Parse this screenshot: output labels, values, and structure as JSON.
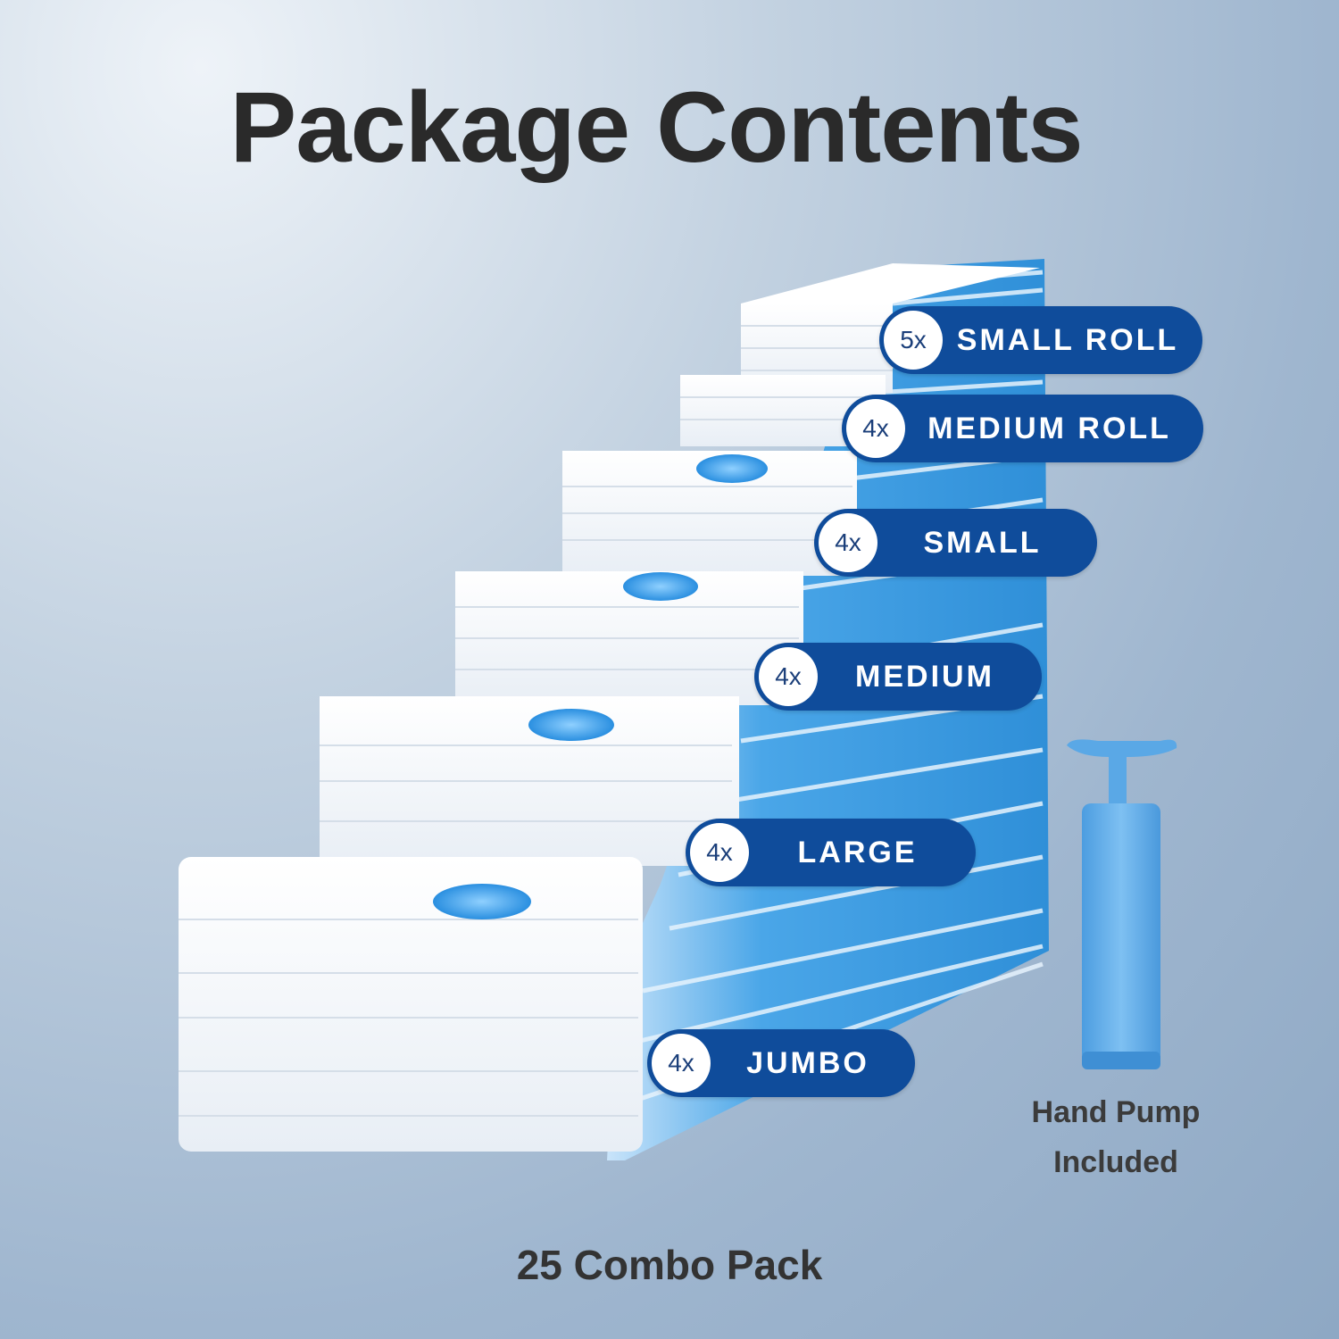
{
  "title": "Package Contents",
  "items": [
    {
      "qty": "5x",
      "label": "SMALL ROLL"
    },
    {
      "qty": "4x",
      "label": "MEDIUM ROLL"
    },
    {
      "qty": "4x",
      "label": "SMALL"
    },
    {
      "qty": "4x",
      "label": "MEDIUM"
    },
    {
      "qty": "4x",
      "label": "LARGE"
    },
    {
      "qty": "4x",
      "label": "JUMBO"
    }
  ],
  "pump": {
    "line1": "Hand Pump",
    "line2": "Included"
  },
  "footer": "25 Combo Pack",
  "colors": {
    "badge": "#0f4c9b",
    "bag_blue": "#3a9be0",
    "pump": "#5aa8e6"
  }
}
